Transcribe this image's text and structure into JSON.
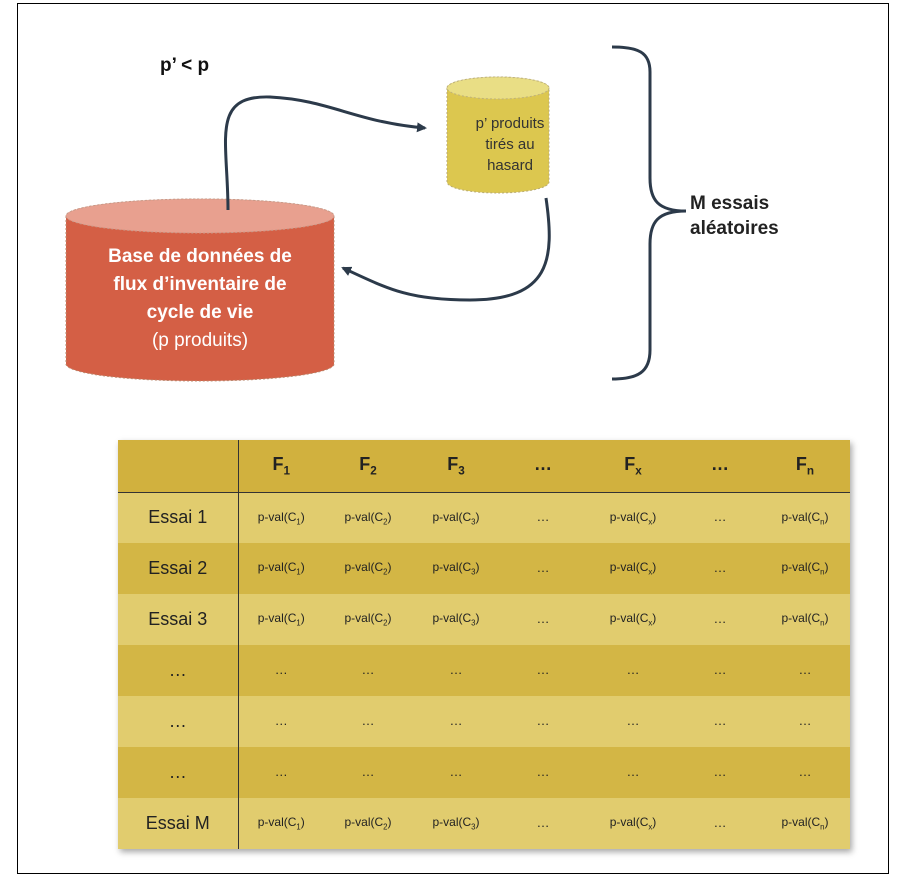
{
  "diagram": {
    "condition": "p’ < p",
    "small_db_lines": [
      "p’ produits",
      "tirés au",
      "hasard"
    ],
    "big_db_lines": [
      "Base de données de",
      "flux d’inventaire de",
      "cycle de vie"
    ],
    "big_db_sub": "(p produits)",
    "trials_lines": [
      "M essais",
      "aléatoires"
    ]
  },
  "table": {
    "headers": [
      {
        "base": "",
        "sub": ""
      },
      {
        "base": "F",
        "sub": "1"
      },
      {
        "base": "F",
        "sub": "2"
      },
      {
        "base": "F",
        "sub": "3"
      },
      {
        "base": "…",
        "sub": ""
      },
      {
        "base": "F",
        "sub": "x"
      },
      {
        "base": "…",
        "sub": ""
      },
      {
        "base": "F",
        "sub": "n"
      }
    ],
    "rows": [
      {
        "label": "Essai 1",
        "cells": [
          {
            "base": "p-val(C",
            "sub": "1",
            "tail": ")"
          },
          {
            "base": "p-val(C",
            "sub": "2",
            "tail": ")"
          },
          {
            "base": "p-val(C",
            "sub": "3",
            "tail": ")"
          },
          {
            "base": "…",
            "sub": "",
            "tail": ""
          },
          {
            "base": "p-val(C",
            "sub": "x",
            "tail": ")"
          },
          {
            "base": "…",
            "sub": "",
            "tail": ""
          },
          {
            "base": "p-val(C",
            "sub": "n",
            "tail": ")"
          }
        ]
      },
      {
        "label": "Essai 2",
        "cells": [
          {
            "base": "p-val(C",
            "sub": "1",
            "tail": ")"
          },
          {
            "base": "p-val(C",
            "sub": "2",
            "tail": ")"
          },
          {
            "base": "p-val(C",
            "sub": "3",
            "tail": ")"
          },
          {
            "base": "…",
            "sub": "",
            "tail": ""
          },
          {
            "base": "p-val(C",
            "sub": "x",
            "tail": ")"
          },
          {
            "base": "…",
            "sub": "",
            "tail": ""
          },
          {
            "base": "p-val(C",
            "sub": "n",
            "tail": ")"
          }
        ]
      },
      {
        "label": "Essai 3",
        "cells": [
          {
            "base": "p-val(C",
            "sub": "1",
            "tail": ")"
          },
          {
            "base": "p-val(C",
            "sub": "2",
            "tail": ")"
          },
          {
            "base": "p-val(C",
            "sub": "3",
            "tail": ")"
          },
          {
            "base": "…",
            "sub": "",
            "tail": ""
          },
          {
            "base": "p-val(C",
            "sub": "x",
            "tail": ")"
          },
          {
            "base": "…",
            "sub": "",
            "tail": ""
          },
          {
            "base": "p-val(C",
            "sub": "n",
            "tail": ")"
          }
        ]
      },
      {
        "label": "…",
        "cells": [
          {
            "base": "…",
            "sub": "",
            "tail": ""
          },
          {
            "base": "…",
            "sub": "",
            "tail": ""
          },
          {
            "base": "…",
            "sub": "",
            "tail": ""
          },
          {
            "base": "…",
            "sub": "",
            "tail": ""
          },
          {
            "base": "…",
            "sub": "",
            "tail": ""
          },
          {
            "base": "…",
            "sub": "",
            "tail": ""
          },
          {
            "base": "…",
            "sub": "",
            "tail": ""
          }
        ]
      },
      {
        "label": "…",
        "cells": [
          {
            "base": "…",
            "sub": "",
            "tail": ""
          },
          {
            "base": "…",
            "sub": "",
            "tail": ""
          },
          {
            "base": "…",
            "sub": "",
            "tail": ""
          },
          {
            "base": "…",
            "sub": "",
            "tail": ""
          },
          {
            "base": "…",
            "sub": "",
            "tail": ""
          },
          {
            "base": "…",
            "sub": "",
            "tail": ""
          },
          {
            "base": "…",
            "sub": "",
            "tail": ""
          }
        ]
      },
      {
        "label": "…",
        "cells": [
          {
            "base": "…",
            "sub": "",
            "tail": ""
          },
          {
            "base": "…",
            "sub": "",
            "tail": ""
          },
          {
            "base": "…",
            "sub": "",
            "tail": ""
          },
          {
            "base": "…",
            "sub": "",
            "tail": ""
          },
          {
            "base": "…",
            "sub": "",
            "tail": ""
          },
          {
            "base": "…",
            "sub": "",
            "tail": ""
          },
          {
            "base": "…",
            "sub": "",
            "tail": ""
          }
        ]
      },
      {
        "label": "Essai M",
        "cells": [
          {
            "base": "p-val(C",
            "sub": "1",
            "tail": ")"
          },
          {
            "base": "p-val(C",
            "sub": "2",
            "tail": ")"
          },
          {
            "base": "p-val(C",
            "sub": "3",
            "tail": ")"
          },
          {
            "base": "…",
            "sub": "",
            "tail": ""
          },
          {
            "base": "p-val(C",
            "sub": "x",
            "tail": ")"
          },
          {
            "base": "…",
            "sub": "",
            "tail": ""
          },
          {
            "base": "p-val(C",
            "sub": "n",
            "tail": ")"
          }
        ]
      }
    ]
  },
  "colors": {
    "big_db_fill": "#d45f45",
    "big_db_top": "#e8a08f",
    "small_db_fill": "#dcc74f",
    "small_db_top": "#e9de85",
    "table_header": "#d1b13e",
    "table_row_light": "#e1cc6e",
    "table_row_dark": "#d3b645"
  }
}
